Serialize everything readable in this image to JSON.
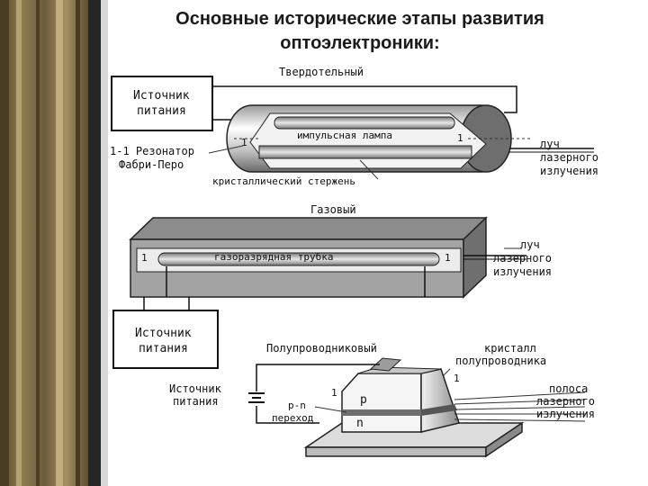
{
  "title": {
    "line1": "Основные исторические этапы развития",
    "line2": "оптоэлектроники:"
  },
  "solid_state": {
    "heading": "Твердотельный",
    "power_label_1": "Источник",
    "power_label_2": "питания",
    "resonator_label_1": "1-1 Резонатор",
    "resonator_label_2": "Фабри-Перо",
    "lamp_label": "импульсная лампа",
    "mirror_left": "1",
    "mirror_right": "1",
    "beam_label_1": "луч",
    "beam_label_2": "лазерного",
    "beam_label_3": "излучения",
    "rod_label": "кристаллический стержень"
  },
  "gas": {
    "heading": "Газовый",
    "tube_label": "газоразрядная трубка",
    "mirror_left": "1",
    "mirror_right": "1",
    "beam_label_1": "луч",
    "beam_label_2": "лазерного",
    "beam_label_3": "излучения",
    "power_label_1": "Источник",
    "power_label_2": "питания"
  },
  "semiconductor": {
    "heading": "Полупроводниковый",
    "crystal_label_1": "кристалл",
    "crystal_label_2": "полупроводника",
    "power_label_1": "Источник",
    "power_label_2": "питания",
    "mirror_left": "1",
    "mirror_right": "1",
    "p_label": "р",
    "n_label": "n",
    "junction_label_1": "р-n",
    "junction_label_2": "переход",
    "band_label_1": "полоса",
    "band_label_2": "лазерного",
    "band_label_3": "излучения"
  }
}
